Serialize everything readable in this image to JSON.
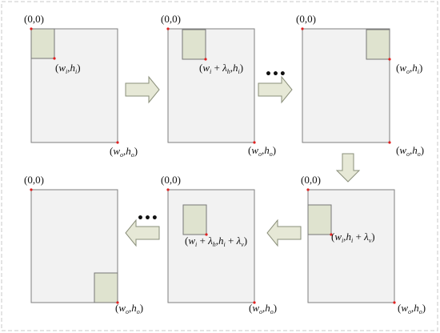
{
  "colors": {
    "frame": "#c8c8c8",
    "panel_fill": "#f2f2f2",
    "panel_stroke": "#7f7f7f",
    "window_fill": "#dfe3cf",
    "window_stroke": "#777777",
    "arrow_fill": "#e6e8d6",
    "arrow_stroke": "#8a8f7a",
    "corner_dot": "#e02020"
  },
  "origin_label": "(0,0)",
  "end_label": "(w_o, h_o)",
  "ellipsis": "•••",
  "panels": [
    {
      "step": 1,
      "window_label": "(w_i, h_i)"
    },
    {
      "step": 2,
      "window_label": "(w_i + λ_h, h_i)"
    },
    {
      "step": 3,
      "window_label": ""
    },
    {
      "step": 4,
      "window_label": "(w_i, h_i + λ_v)"
    },
    {
      "step": 5,
      "window_label": "(w_i + λ_h, h_i + λ_v)"
    },
    {
      "step": 6,
      "window_label": ""
    }
  ]
}
